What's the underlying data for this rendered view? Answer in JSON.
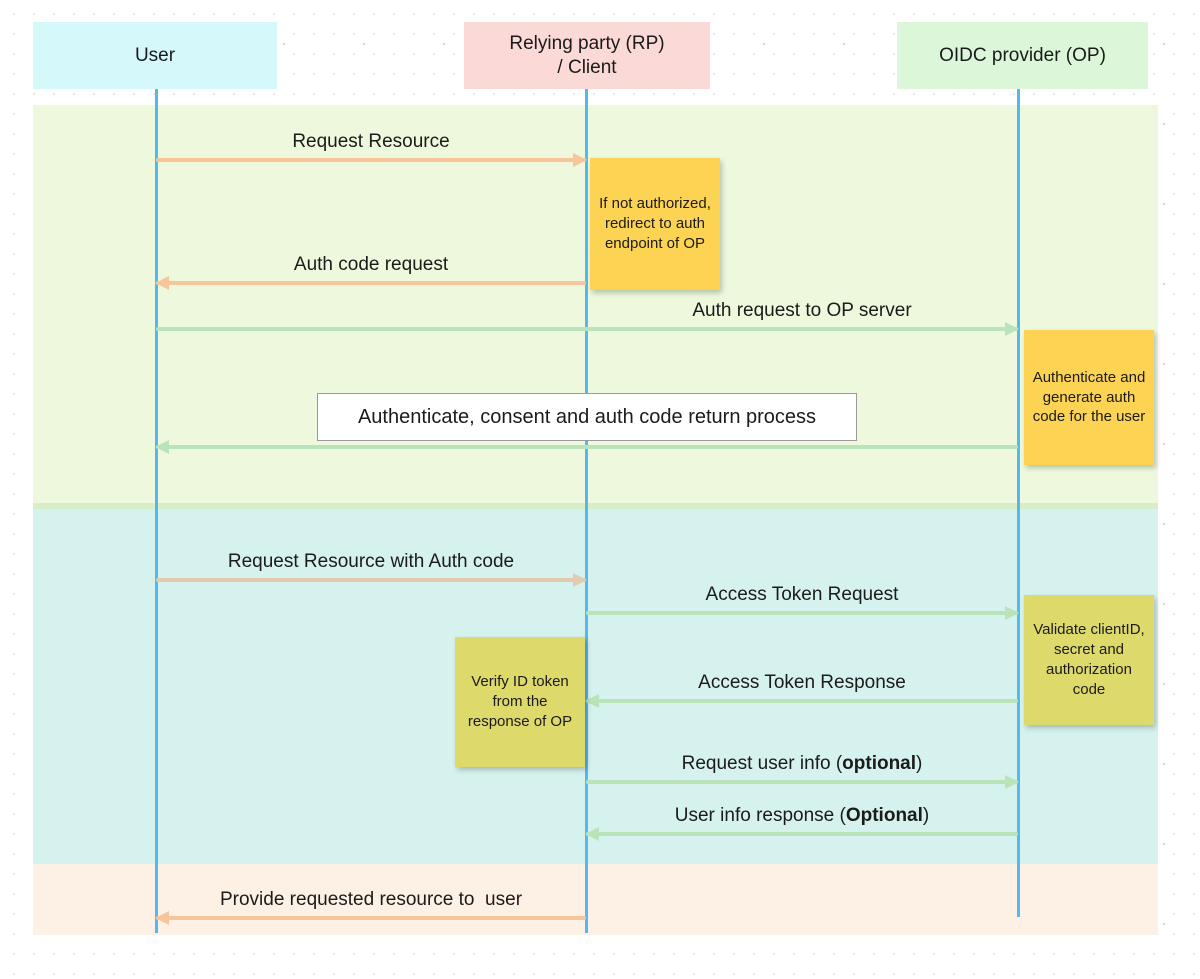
{
  "diagram": {
    "title": "OIDC Authorization Code Flow sequence diagram",
    "actors": [
      {
        "id": "user",
        "label": "User",
        "color": "#d5f8fb"
      },
      {
        "id": "rp",
        "label": "Relying party (RP)\n/ Client",
        "color": "#fbd9d6"
      },
      {
        "id": "op",
        "label": "OIDC provider (OP)",
        "color": "#dbf6d9"
      }
    ],
    "bands": [
      {
        "id": "auth-code-phase",
        "color": "#eef8dd"
      },
      {
        "id": "token-phase",
        "color": "#d6f2ee"
      },
      {
        "id": "resource-phase",
        "color": "#fdf0e4"
      }
    ],
    "messages": [
      {
        "id": "m1",
        "text": "Request Resource",
        "from": "user",
        "to": "rp",
        "color": "#f7c59a"
      },
      {
        "id": "m2",
        "text": "Auth code request",
        "from": "rp",
        "to": "user",
        "color": "#f7c59a"
      },
      {
        "id": "m3",
        "text": "Auth request to OP server",
        "from": "user",
        "to": "op",
        "color": "#b9e3b9"
      },
      {
        "id": "m4",
        "text": "",
        "from": "op",
        "to": "user",
        "color": "#b9e3b9"
      },
      {
        "id": "m5",
        "text": "Request Resource with Auth code",
        "from": "user",
        "to": "rp",
        "color": "#e3cbb0"
      },
      {
        "id": "m6",
        "text": "Access Token Request",
        "from": "rp",
        "to": "op",
        "color": "#b9e3b9"
      },
      {
        "id": "m7",
        "text": "Access Token Response",
        "from": "op",
        "to": "rp",
        "color": "#b9e3b9"
      },
      {
        "id": "m8",
        "text": "Request user info (",
        "bold": "optional",
        "tail": ")",
        "from": "rp",
        "to": "op",
        "color": "#b9e3b9"
      },
      {
        "id": "m9",
        "text": "User info response (",
        "bold": "Optional",
        "tail": ")",
        "from": "op",
        "to": "rp",
        "color": "#b9e3b9"
      },
      {
        "id": "m10",
        "text": "Provide requested resource to  user",
        "from": "rp",
        "to": "user",
        "color": "#f7c59a"
      }
    ],
    "process_box": {
      "text": "Authenticate, consent and auth code return process"
    },
    "notes": [
      {
        "id": "note-redirect",
        "text": "If not authorized, redirect to auth endpoint of OP",
        "color": "#fcd352"
      },
      {
        "id": "note-authcode",
        "text": "Authenticate and generate auth code for the user",
        "color": "#fcd352"
      },
      {
        "id": "note-verify-id",
        "text": "Verify ID token from the response of OP",
        "color": "#ddd96a"
      },
      {
        "id": "note-validate",
        "text": "Validate clientID, secret and authorization code",
        "color": "#ddd96a"
      }
    ]
  }
}
